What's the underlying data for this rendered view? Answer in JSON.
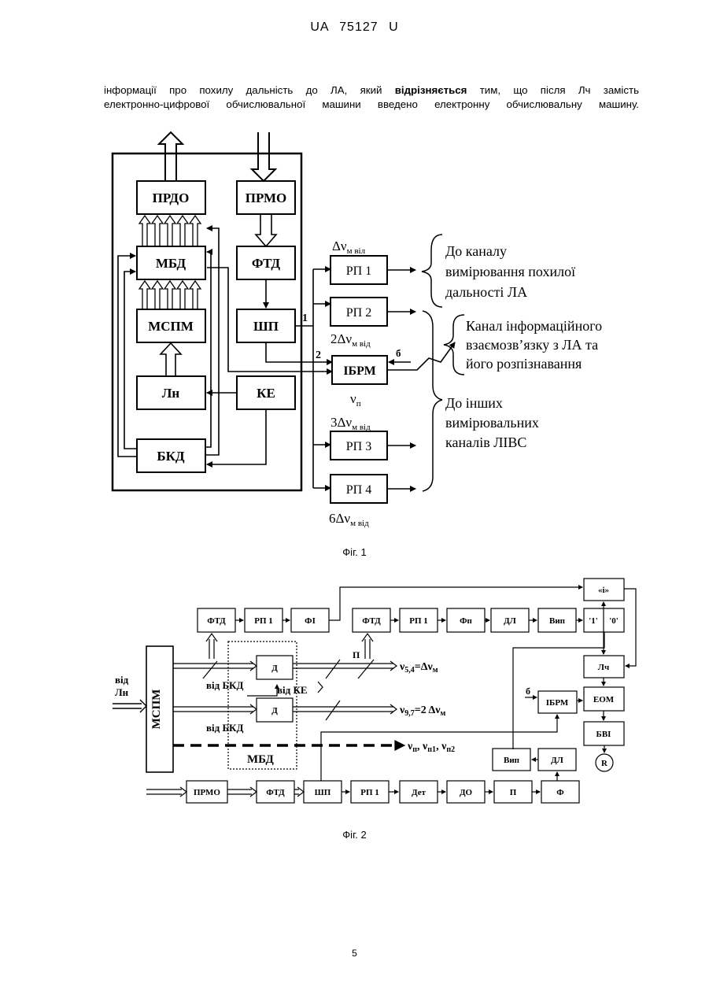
{
  "header": {
    "text": "UA   75127   U"
  },
  "paragraph": {
    "part1": "інформації про похилу дальність до ЛА, який ",
    "bold": "відрізняється",
    "part2": " тим, що після Лч замість",
    "line2": "електронно-цифрової обчислювальної машини введено електронну обчислювальну машину."
  },
  "fig1": {
    "blocks": {
      "prdo": "ПРДО",
      "prmo": "ПРМО",
      "mbd": "МБД",
      "ftd": "ФТД",
      "mspm": "МСПМ",
      "shp": "ШП",
      "ln": "Лн",
      "ke": "КЕ",
      "bkd": "БКД",
      "rp1": "РП 1",
      "rp2": "РП 2",
      "ibrm": "ІБРМ",
      "rp3": "РП 3",
      "rp4": "РП 4"
    },
    "freq": {
      "dv1": "Δν",
      "dv1_sub": "м віл",
      "dv2": "2Δν",
      "dv2_sub": "м від",
      "vn": "ν",
      "vn_sub": "п",
      "dv3": "3Δν",
      "dv3_sub": "м від",
      "dv6": "6Δν",
      "dv6_sub": "м від"
    },
    "labels": {
      "one": "1",
      "two": "2",
      "six": "б"
    },
    "notes": {
      "channel1": [
        "До каналу",
        "вимірювання похилої",
        "дальності ЛА"
      ],
      "channel2": [
        "Канал інформаційного",
        "взаємозв’язку з ЛА та",
        "його розпізнавання"
      ],
      "channel3": [
        "До інших",
        "вимірювальних",
        "каналів ЛІВС"
      ]
    },
    "caption": "Фіг. 1"
  },
  "fig2": {
    "blocks": {
      "ftd_a": "ФТД",
      "rp1_a": "РП 1",
      "fi": "ФІ",
      "ftd_b": "ФТД",
      "rp1_b": "РП 1",
      "fp": "Фп",
      "dl_a": "ДЛ",
      "vip_a": "Вип",
      "k1": "'1'",
      "k0": "'0'",
      "i_box": "«і»",
      "lch": "Лч",
      "eom": "ЕОМ",
      "bvi": "БВІ",
      "r": "R",
      "ibrm": "ІБРМ",
      "vip_b": "Вип",
      "dl_b": "ДЛ",
      "mspm": "МСПМ",
      "d1": "Д",
      "d2": "Д",
      "prmo": "ПРМО",
      "ftd_c": "ФТД",
      "shp": "ШП",
      "rp1_c": "РП 1",
      "det": "Дет",
      "do": "ДО",
      "p": "П",
      "f": "Ф"
    },
    "labels": {
      "vid": "від",
      "ln": "Лн",
      "vid_bkd_1": "від БКД",
      "vid_ke": "від КЕ",
      "vid_bkd_2": "від БКД",
      "mbd": "МБД",
      "p_small": "П",
      "b_small": "б",
      "out1": "ν",
      "out1_sub": "5,4",
      "out1_tail": "=Δν",
      "out1_tail_sub": "м",
      "out2": "ν",
      "out2_sub": "9,7",
      "out2_tail": "=2 Δν",
      "out2_tail_sub": "м",
      "out3": "ν",
      "out3_sub": "п",
      "out3_b": ", ν",
      "out3_b_sub": "п1",
      "out3_c": ", ν",
      "out3_c_sub": "п2"
    },
    "caption": "Фіг. 2"
  },
  "page_number": "5"
}
